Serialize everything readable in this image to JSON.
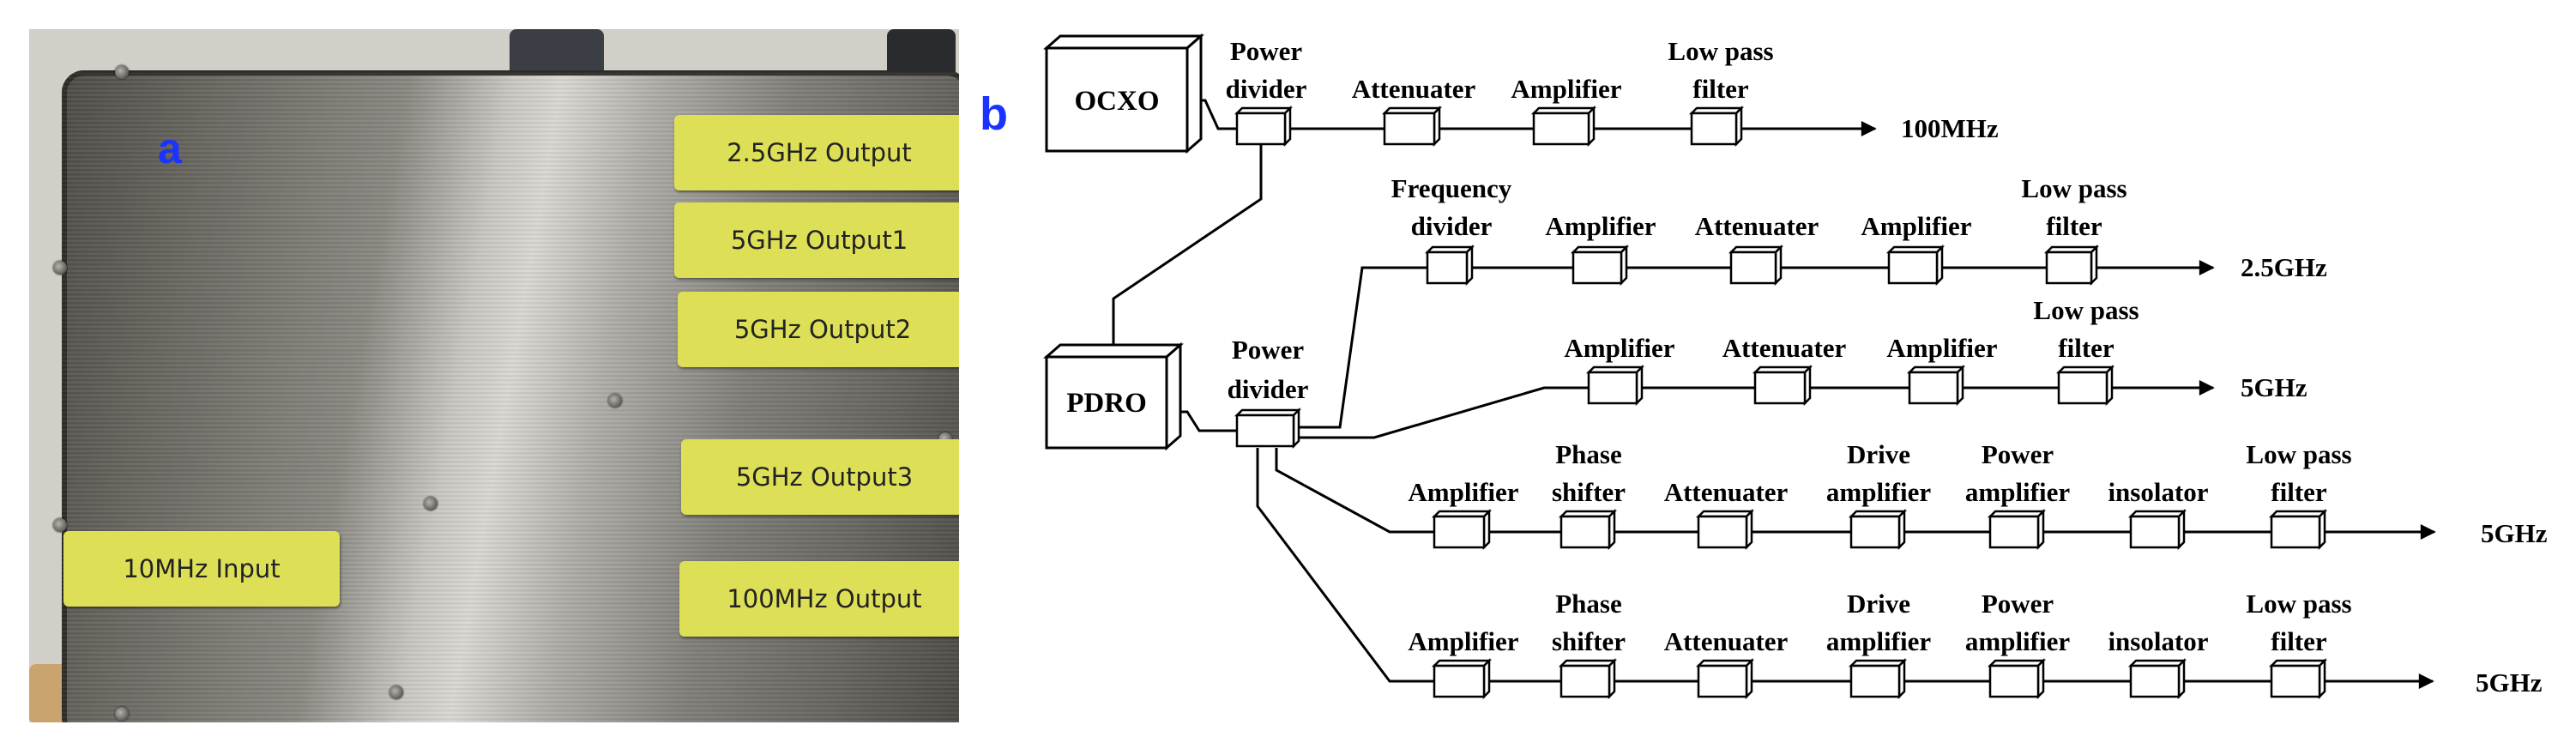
{
  "panel_a": {
    "letter": "a",
    "labels": {
      "out_2_5ghz": "2.5GHz Output",
      "out_5ghz_1": "5GHz Output1",
      "out_5ghz_2": "5GHz Output2",
      "out_5ghz_3": "5GHz Output3",
      "in_10mhz": "10MHz Input",
      "out_100mhz": "100MHz Output"
    }
  },
  "panel_b": {
    "letter": "b",
    "sources": {
      "ocxo": "OCXO",
      "pdro": "PDRO"
    },
    "chain1": {
      "divider": [
        "Power",
        "divider"
      ],
      "attenuator": "Attenuater",
      "amplifier": "Amplifier",
      "lpf": [
        "Low pass",
        "filter"
      ],
      "output": "100MHz"
    },
    "pdro_divider": [
      "Power",
      "divider"
    ],
    "chain2": {
      "freq_divider": [
        "Frequency",
        "divider"
      ],
      "amp1": "Amplifier",
      "attenuator": "Attenuater",
      "amp2": "Amplifier",
      "lpf": [
        "Low pass",
        "filter"
      ],
      "output": "2.5GHz"
    },
    "chain3": {
      "amp1": "Amplifier",
      "attenuator": "Attenuater",
      "amp2": "Amplifier",
      "lpf": [
        "Low pass",
        "filter"
      ],
      "output": "5GHz"
    },
    "chain4": {
      "amp": "Amplifier",
      "phase": [
        "Phase",
        "shifter"
      ],
      "attenuator": "Attenuater",
      "drive": [
        "Drive",
        "amplifier"
      ],
      "power": [
        "Power",
        "amplifier"
      ],
      "isolator": "insolator",
      "lpf": [
        "Low pass",
        "filter"
      ],
      "output": "5GHz"
    },
    "chain5": {
      "amp": "Amplifier",
      "phase": [
        "Phase",
        "shifter"
      ],
      "attenuator": "Attenuater",
      "drive": [
        "Drive",
        "amplifier"
      ],
      "power": [
        "Power",
        "amplifier"
      ],
      "isolator": "insolator",
      "lpf": [
        "Low pass",
        "filter"
      ],
      "output": "5GHz"
    }
  }
}
